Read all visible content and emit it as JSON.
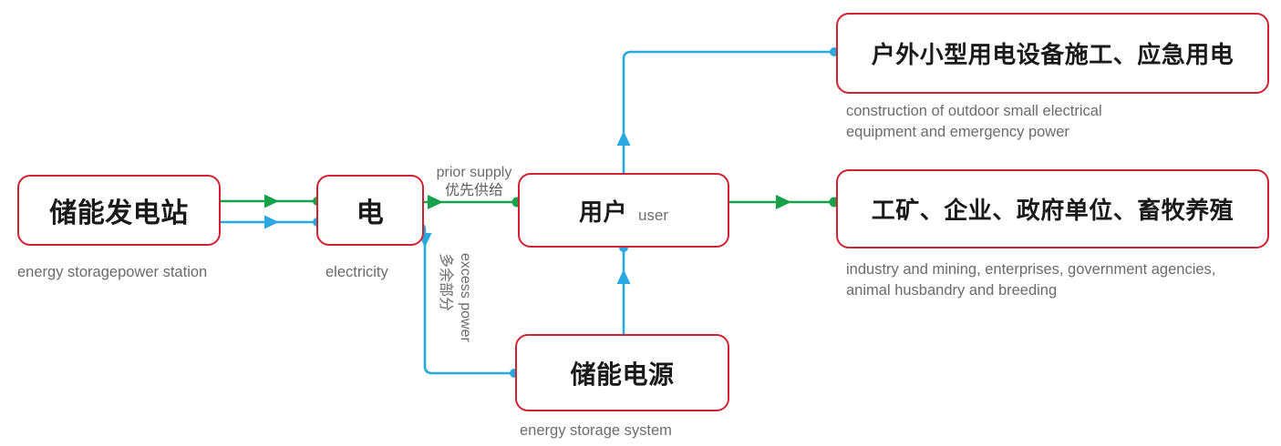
{
  "diagram": {
    "title": "energy storage power supply flow",
    "colors": {
      "node_border": "#cf2233",
      "flow_green": "#15a14a",
      "flow_blue": "#29a9e0",
      "caption_text": "#6b6b6b",
      "node_text": "#1a1a1a",
      "background": "#ffffff"
    }
  },
  "nodes": {
    "power_station": {
      "label": "储能发电站",
      "caption": "energy storagepower station"
    },
    "electricity": {
      "label": "电",
      "caption": "electricity"
    },
    "user": {
      "label": "用户",
      "sub_label": "user",
      "caption": ""
    },
    "storage": {
      "label": "储能电源",
      "caption": "energy storage system"
    },
    "outdoor": {
      "label": "户外小型用电设备施工、应急用电",
      "caption": "construction of outdoor small electrical\nequipment and emergency power"
    },
    "industry": {
      "label": "工矿、企业、政府单位、畜牧养殖",
      "caption": "industry and mining, enterprises, government agencies,\nanimal husbandry and breeding"
    }
  },
  "edge_labels": {
    "prior_supply_en": "prior supply",
    "prior_supply_cn": "优先供给",
    "excess_power_en": "excess power",
    "excess_power_cn": "多余部分"
  }
}
